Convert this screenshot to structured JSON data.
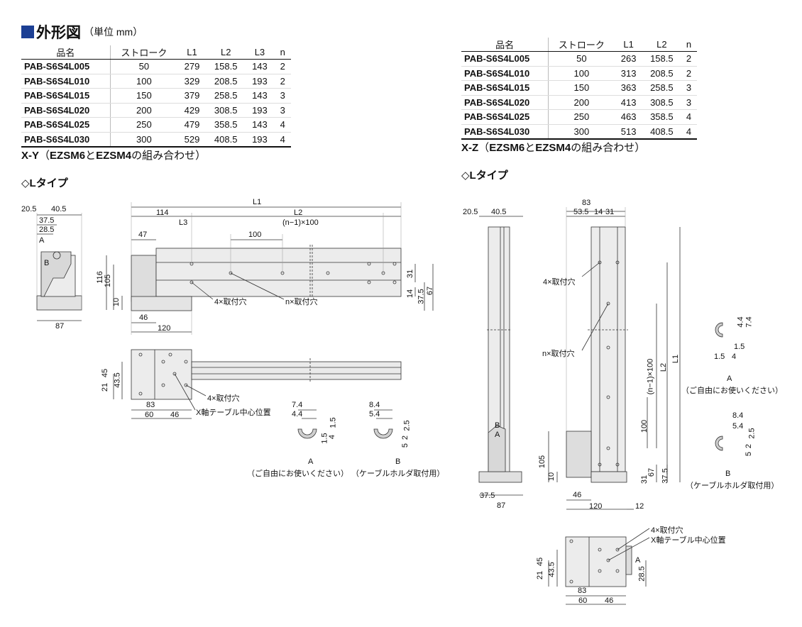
{
  "heading": {
    "title": "外形図",
    "unit": "（単位 mm）"
  },
  "table_xy": {
    "headers": [
      "品名",
      "ストローク",
      "L1",
      "L2",
      "L3",
      "n"
    ],
    "rows": [
      [
        "PAB-S6S4L005",
        "50",
        "279",
        "158.5",
        "143",
        "2"
      ],
      [
        "PAB-S6S4L010",
        "100",
        "329",
        "208.5",
        "193",
        "2"
      ],
      [
        "PAB-S6S4L015",
        "150",
        "379",
        "258.5",
        "143",
        "3"
      ],
      [
        "PAB-S6S4L020",
        "200",
        "429",
        "308.5",
        "193",
        "3"
      ],
      [
        "PAB-S6S4L025",
        "250",
        "479",
        "358.5",
        "143",
        "4"
      ],
      [
        "PAB-S6S4L030",
        "300",
        "529",
        "408.5",
        "193",
        "4"
      ]
    ]
  },
  "table_xz": {
    "headers": [
      "品名",
      "ストローク",
      "L1",
      "L2",
      "n"
    ],
    "rows": [
      [
        "PAB-S6S4L005",
        "50",
        "263",
        "158.5",
        "2"
      ],
      [
        "PAB-S6S4L010",
        "100",
        "313",
        "208.5",
        "2"
      ],
      [
        "PAB-S6S4L015",
        "150",
        "363",
        "258.5",
        "3"
      ],
      [
        "PAB-S6S4L020",
        "200",
        "413",
        "308.5",
        "3"
      ],
      [
        "PAB-S6S4L025",
        "250",
        "463",
        "358.5",
        "4"
      ],
      [
        "PAB-S6S4L030",
        "300",
        "513",
        "408.5",
        "4"
      ]
    ]
  },
  "caption_xy": {
    "code": "X-Y",
    "open": "（",
    "m1": "EZSM6",
    "to": "と",
    "m2": "EZSM4",
    "rest": "の組み合わせ）"
  },
  "caption_xz": {
    "code": "X-Z",
    "open": "（",
    "m1": "EZSM6",
    "to": "と",
    "m2": "EZSM4",
    "rest": "の組み合わせ）"
  },
  "type_left": "◇Lタイプ",
  "type_right": "◇Lタイプ",
  "labels": {
    "L1": "L1",
    "L2": "L2",
    "L3": "L3",
    "n100": "(n−1)×100",
    "holes4": "4×取付穴",
    "holesn": "n×取付穴",
    "xcenter": "X軸テーブル中心位置",
    "A": "A",
    "B": "B",
    "free": "（ご自由にお使いください）",
    "cable": "（ケーブルホルダ取付用）",
    "d20_5": "20.5",
    "d40_5": "40.5",
    "d37_5": "37.5",
    "d28_5": "28.5",
    "d116": "116",
    "d105": "105",
    "d10": "10",
    "d87": "87",
    "d114": "114",
    "d47": "47",
    "d100": "100",
    "d31": "31",
    "d14": "14",
    "d67": "67",
    "d46": "46",
    "d120": "120",
    "d21": "21",
    "d45": "45",
    "d43_5": "43.5",
    "d83": "83",
    "d60": "60",
    "d7_4": "7.4",
    "d4_4": "4.4",
    "d1_5": "1.5",
    "d4": "4",
    "d8_4": "8.4",
    "d5_4": "5.4",
    "d2_5": "2.5",
    "d2": "2",
    "d5": "5",
    "d53_5": "53.5",
    "d14b": "14",
    "d31b": "31",
    "d12": "12",
    "dn100v": "(n−1)×100"
  }
}
